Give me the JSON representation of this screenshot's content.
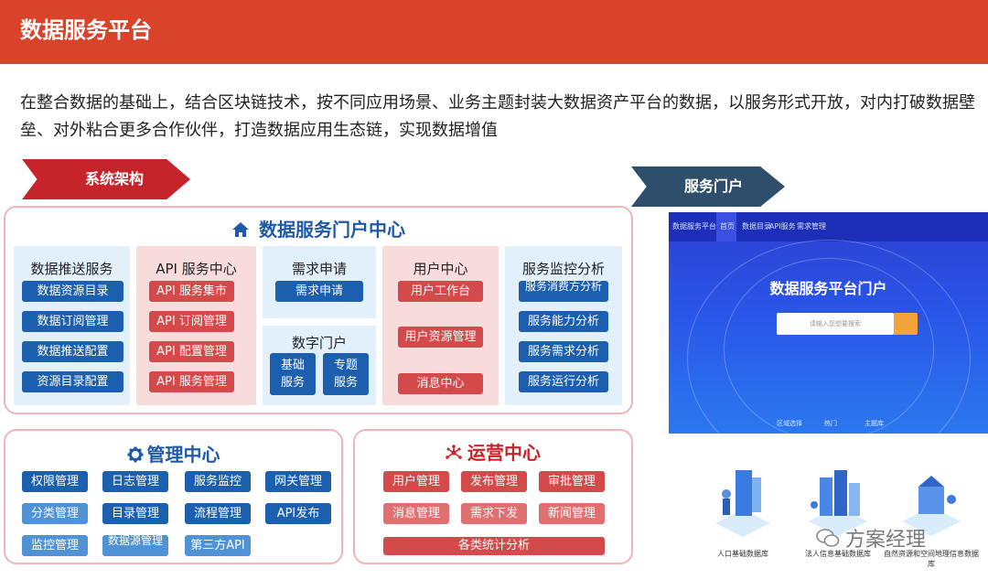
{
  "title": "数据服务平台",
  "intro": "在整合数据的基础上，结合区块链技术，按不同应用场景、业务主题封装大数据资产平台的数据，以服务形式开放，对内打破数据壁垒、对外粘合更多合作伙伴，打造数据应用生态链，实现数据增值",
  "arch_label": "系统架构",
  "portal_label": "服务门户",
  "portal_center": {
    "title": "数据服务门户中心",
    "icon": "home-icon",
    "push": {
      "title": "数据推送服务",
      "items": [
        "数据资源目录",
        "数据订阅管理",
        "数据推送配置",
        "资源目录配置"
      ]
    },
    "api": {
      "title": "API 服务中心",
      "items": [
        "API 服务集市",
        "API 订阅管理",
        "API 配置管理",
        "API 服务管理"
      ]
    },
    "demand": {
      "title": "需求申请",
      "items": [
        "需求申请"
      ]
    },
    "digital": {
      "title": "数字门户",
      "items": [
        "基础\n服务",
        "专题\n服务"
      ]
    },
    "user": {
      "title": "用户中心",
      "items": [
        "用户工作台",
        "用户资源管理",
        "消息中心"
      ]
    },
    "monitor": {
      "title": "服务监控分析",
      "items": [
        "服务消费方分析",
        "服务能力分析",
        "服务需求分析",
        "服务运行分析"
      ]
    }
  },
  "management": {
    "title": "管理中心",
    "icon": "gear-icon",
    "items": [
      "权限管理",
      "日志管理",
      "服务监控",
      "网关管理",
      "分类管理",
      "目录管理",
      "流程管理",
      "API发布",
      "监控管理",
      "数据源管理",
      "第三方API"
    ]
  },
  "operations": {
    "title": "运营中心",
    "icon": "network-icon",
    "items": [
      "用户管理",
      "发布管理",
      "审批管理",
      "消息管理",
      "需求下发",
      "新闻管理"
    ],
    "wide_item": "各类统计分析"
  },
  "screenshot": {
    "brand": "数据服务平台门户",
    "nav": [
      "首页",
      "数据目录",
      "API服务",
      "需求管理"
    ],
    "heading": "数据服务平台门户",
    "search_placeholder": "请输入您想要搜索",
    "tabs": [
      "区域选择",
      "热门",
      "主题库"
    ]
  },
  "illustrations": [
    "人口基础数据库",
    "法人信息基础数据库",
    "自然资源和空间地理信息数据库"
  ],
  "watermark": "方案经理",
  "colors": {
    "header": "#d8432a",
    "blue": "#1c5fae",
    "red": "#d44a4a",
    "slate": "#2e4e6b"
  }
}
